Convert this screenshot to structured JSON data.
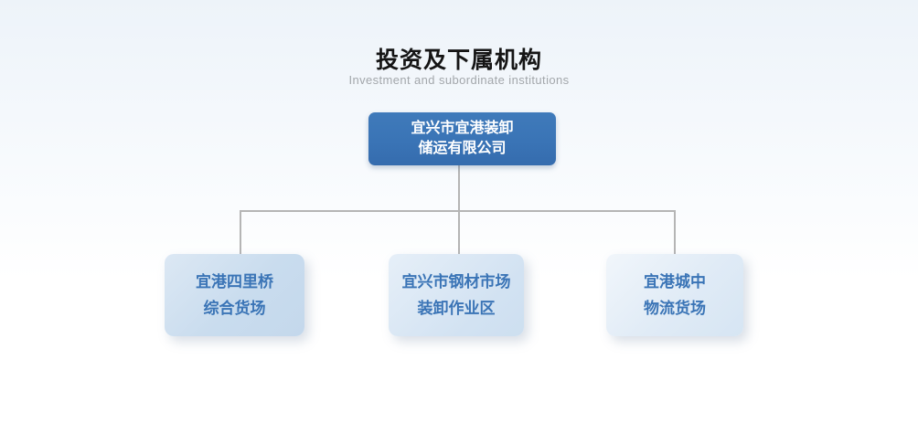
{
  "header": {
    "title": "投资及下属机构",
    "subtitle": "Investment and subordinate institutions"
  },
  "org_chart": {
    "type": "org-tree",
    "root": {
      "label_line1": "宜兴市宜港装卸",
      "label_line2": "储运有限公司"
    },
    "children": [
      {
        "label_line1": "宜港四里桥",
        "label_line2": "综合货场"
      },
      {
        "label_line1": "宜兴市钢材市场",
        "label_line2": "装卸作业区"
      },
      {
        "label_line1": "宜港城中",
        "label_line2": "物流货场"
      }
    ]
  },
  "colors": {
    "page_background_top": "#edf3f9",
    "page_background_bottom": "#ffffff",
    "title_text": "#151515",
    "subtitle_text": "#a3a7ab",
    "root_box_bg": "#3a74b6",
    "root_box_text": "#ffffff",
    "child_box_bg_1": "#c9dcee",
    "child_box_bg_2": "#d2e2f2",
    "child_box_bg_3": "#dde9f5",
    "child_box_text": "#3a74b6",
    "connector_line": "#b5b5b5"
  }
}
